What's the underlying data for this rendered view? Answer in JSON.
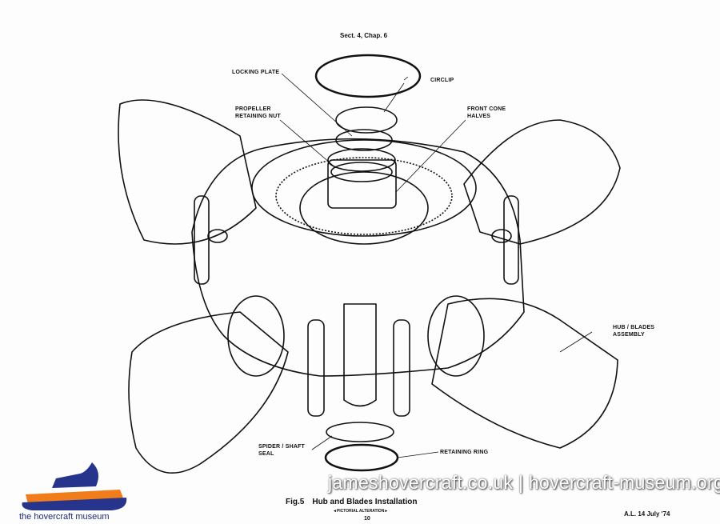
{
  "header": {
    "section": "Sect. 4, Chap. 6"
  },
  "labels": {
    "locking_plate": "LOCKING PLATE",
    "circlip": "CIRCLIP",
    "propeller_nut_1": "PROPELLER",
    "propeller_nut_2": "RETAINING NUT",
    "front_cone_1": "FRONT CONE",
    "front_cone_2": "HALVES",
    "hub_blades_1": "HUB / BLADES",
    "hub_blades_2": "ASSEMBLY",
    "spider_seal_1": "SPIDER / SHAFT",
    "spider_seal_2": "SEAL",
    "retaining_ring": "RETAINING RING"
  },
  "footer": {
    "fig_number": "Fig.5",
    "fig_title": "Hub and Blades Installation",
    "pictorial": "◄PICTORIAL ALTERATION►",
    "page": "10",
    "amendment": "A.L. 14  July '74"
  },
  "watermark": "jameshovercraft.co.uk | hovercraft-museum.org",
  "logo": {
    "text": "the hovercraft museum",
    "colors": {
      "hull": "#27348b",
      "band": "#f07c1a"
    }
  }
}
